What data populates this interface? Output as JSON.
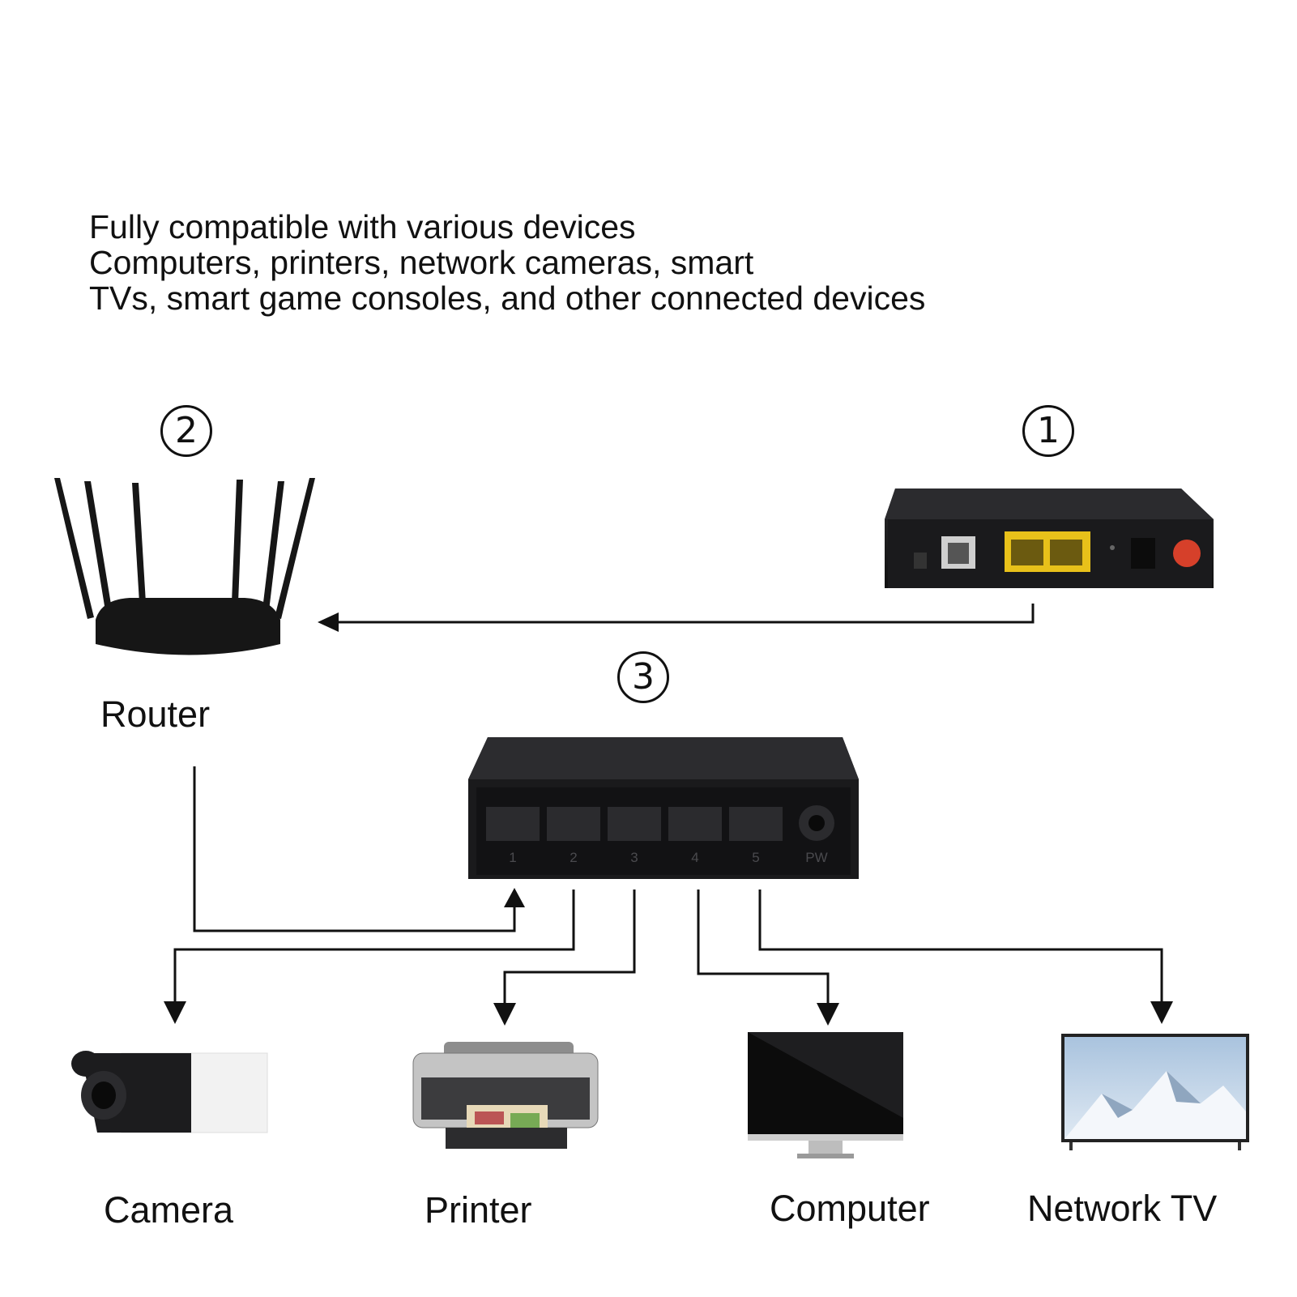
{
  "intro": {
    "line1": "Fully compatible with various devices",
    "line2": "Computers, printers, network cameras, smart",
    "line3": "TVs, smart game consoles, and other connected devices"
  },
  "steps": {
    "modem": "1",
    "router": "2",
    "switch": "3"
  },
  "labels": {
    "router": "Router",
    "camera": "Camera",
    "printer": "Printer",
    "computer": "Computer",
    "network_tv": "Network TV"
  },
  "switch_ports": [
    "1",
    "2",
    "3",
    "4",
    "5",
    "PW"
  ],
  "colors": {
    "device_dark": "#1c1c1e",
    "lan_port_highlight": "#e8c11a",
    "power_button": "#d6402a",
    "line": "#111111"
  }
}
